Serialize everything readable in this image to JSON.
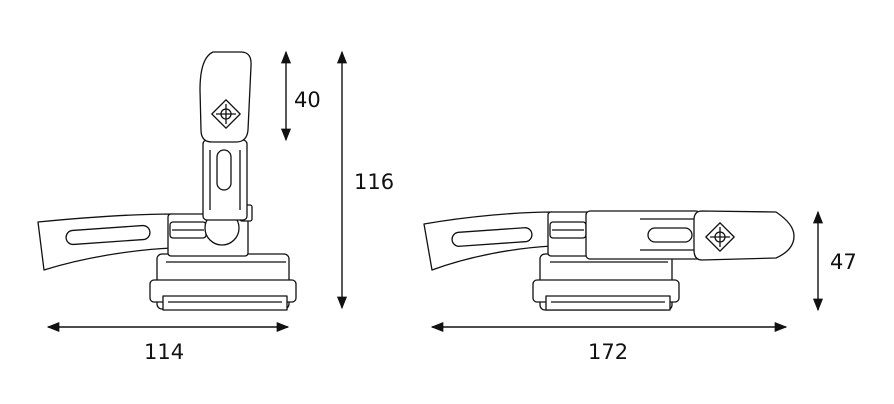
{
  "dimensions": {
    "left_width": "114",
    "left_height": "116",
    "left_lever": "40",
    "right_width": "172",
    "right_height": "47"
  },
  "colors": {
    "line": "#111111",
    "background": "#ffffff"
  }
}
